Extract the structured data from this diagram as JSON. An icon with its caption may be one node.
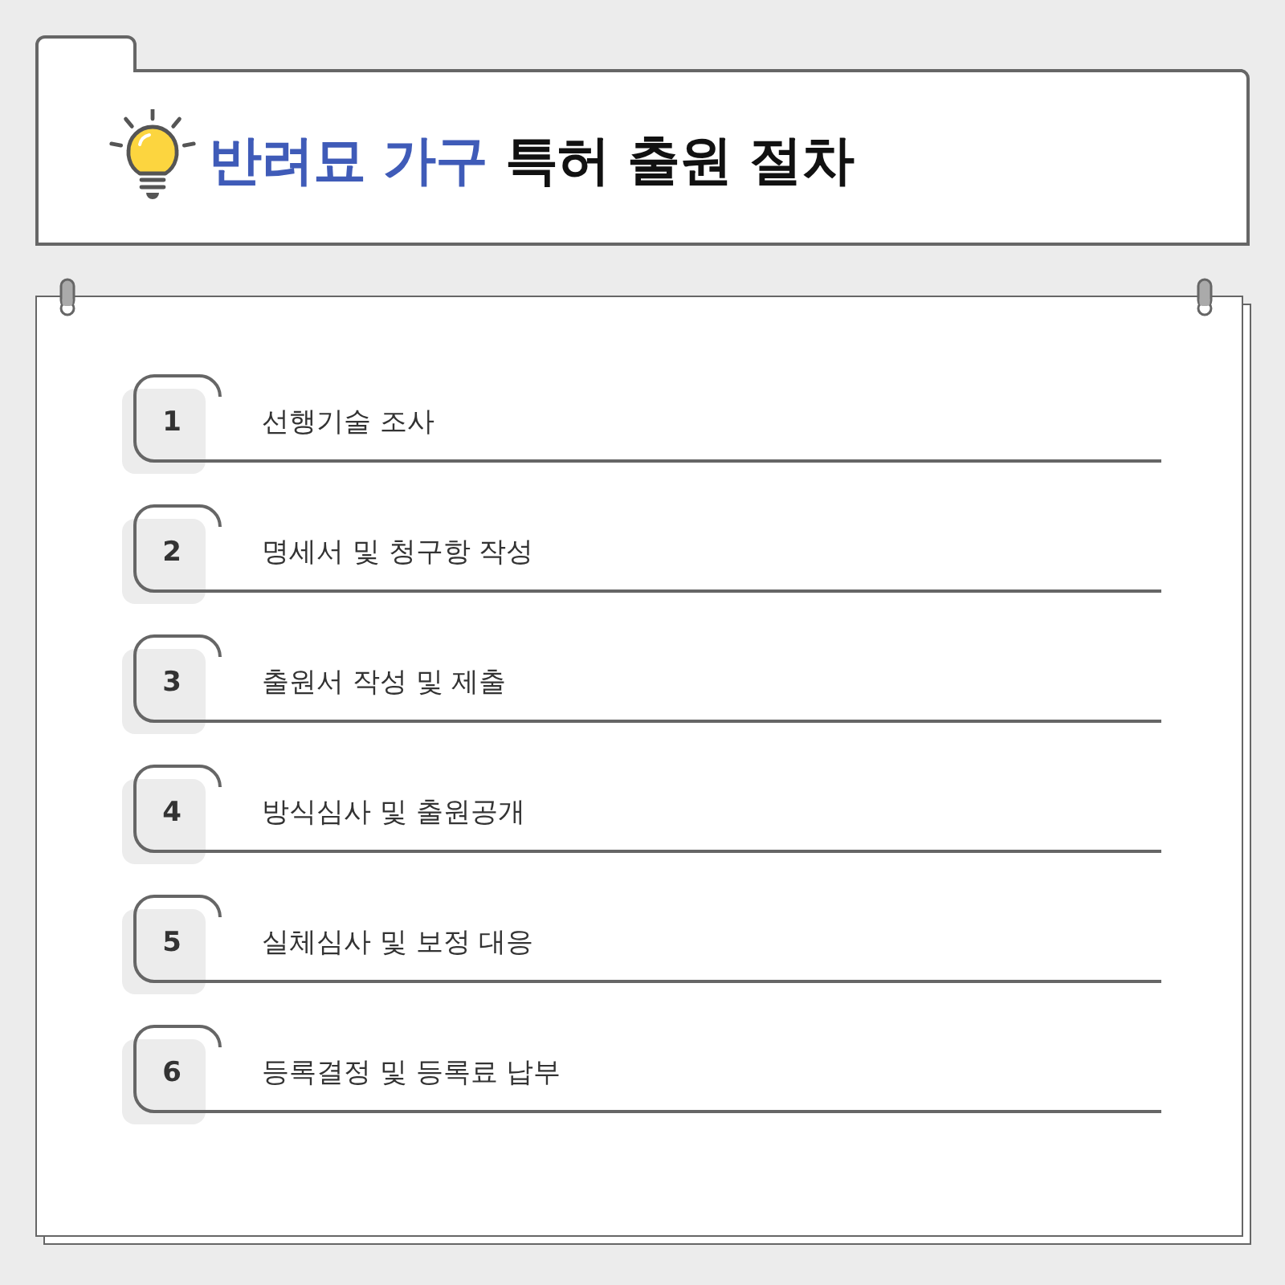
{
  "diagram": {
    "title": "반려묘 가구 특허 출원 절차",
    "nodes": [
      {
        "text": [
          "1",
          "선행기술 조사"
        ]
      },
      {
        "text": [
          "2",
          "명세서 및 청구항 작성"
        ]
      },
      {
        "text": [
          "3",
          "출원서 작성 및 제출"
        ]
      },
      {
        "text": [
          "4",
          "방식심사 및 출원공개"
        ]
      },
      {
        "text": [
          "5",
          "실체심사 및 보정 대응"
        ]
      },
      {
        "text": [
          "6",
          "등록결정 및 등록료 납부"
        ]
      }
    ]
  }
}
